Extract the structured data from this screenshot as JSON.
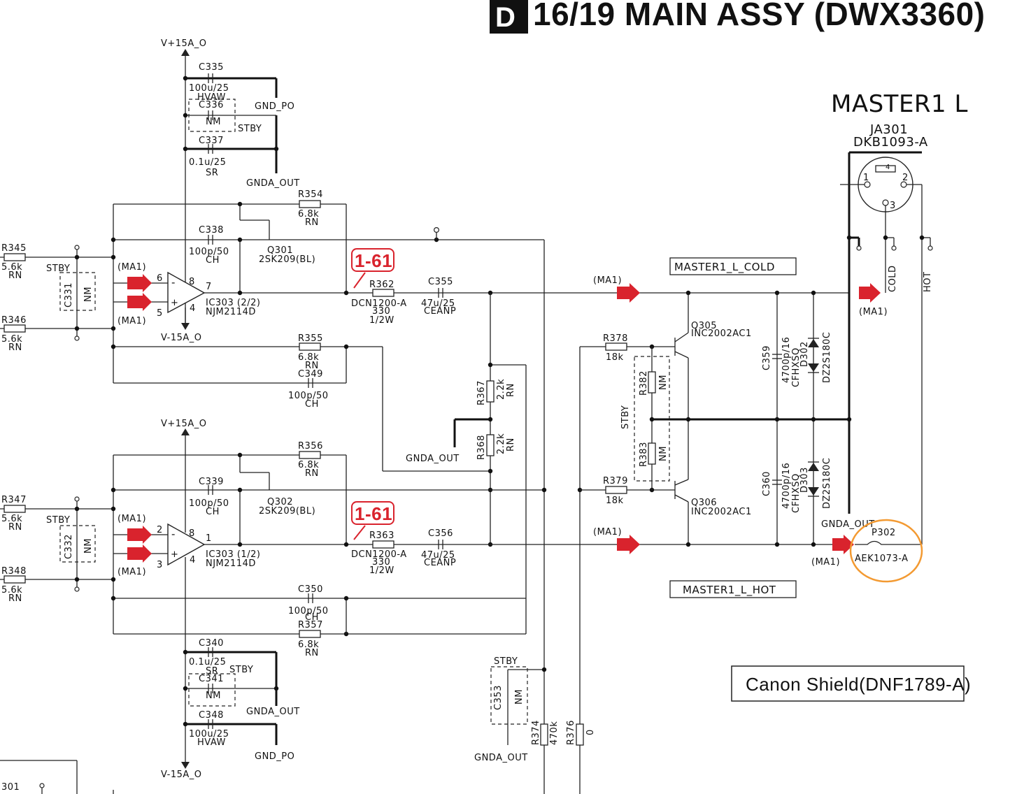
{
  "header": {
    "section": "D",
    "title": "16/19  MAIN ASSY (DWX3360)"
  },
  "connector": {
    "title": "MASTER1 L",
    "ref": "JA301",
    "part": "DKB1093-A",
    "pins": [
      "1",
      "2",
      "3",
      "4"
    ],
    "cold": "COLD",
    "hot": "HOT"
  },
  "nets": {
    "cold": "MASTER1_L_COLD",
    "hot": "MASTER1_L_HOT",
    "ma1": "(MA1)",
    "vpos": "V+15A_O",
    "vneg": "V-15A_O",
    "gnd_po": "GND_PO",
    "gnda_out": "GNDA_OUT",
    "stby": "STBY"
  },
  "callout": "1-61",
  "shield": "Canon Shield(DNF1789-A)",
  "ic": {
    "ic303_b": "IC303 (2/2)",
    "ic303_a": "IC303 (1/2)",
    "part": "NJM2114D"
  },
  "transistors": {
    "q301": "Q301",
    "q302": "Q302",
    "q_part": "2SK209(BL)",
    "q305": "Q305",
    "q306": "Q306",
    "q_out_part": "INC2002AC1"
  },
  "p302": {
    "ref": "P302",
    "part": "AEK1073-A"
  },
  "parts": {
    "c335": [
      "C335",
      "100u/25",
      "HVAW"
    ],
    "c336": [
      "C336",
      "NM"
    ],
    "c337": [
      "C337",
      "0.1u/25",
      "SR"
    ],
    "r354": [
      "R354",
      "6.8k",
      "RN"
    ],
    "c338": [
      "C338",
      "100p/50",
      "CH"
    ],
    "r345": [
      "R345",
      "5.6k",
      "RN"
    ],
    "r346": [
      "R346",
      "5.6k",
      "RN"
    ],
    "c331": [
      "C331",
      "NM"
    ],
    "r362": [
      "R362",
      "DCN1200-A",
      "330",
      "1/2W"
    ],
    "c355": [
      "C355",
      "47u/25",
      "CEANP"
    ],
    "r355": [
      "R355",
      "6.8k",
      "RN"
    ],
    "c349": [
      "C349",
      "100p/50",
      "CH"
    ],
    "r367": [
      "R367",
      "2.2k",
      "RN"
    ],
    "r368": [
      "R368",
      "2.2k",
      "RN"
    ],
    "r356": [
      "R356",
      "6.8k",
      "RN"
    ],
    "c339": [
      "C339",
      "100p/50",
      "CH"
    ],
    "r347": [
      "R347",
      "5.6k",
      "RN"
    ],
    "r348": [
      "R348",
      "5.6k",
      "RN"
    ],
    "c332": [
      "C332",
      "NM"
    ],
    "r363": [
      "R363",
      "DCN1200-A",
      "330",
      "1/2W"
    ],
    "c356": [
      "C356",
      "47u/25",
      "CEANP"
    ],
    "c350": [
      "C350",
      "100p/50",
      "CH"
    ],
    "r357": [
      "R357",
      "6.8k",
      "RN"
    ],
    "c340": [
      "C340",
      "0.1u/25",
      "SR"
    ],
    "c341": [
      "C341",
      "NM"
    ],
    "c348": [
      "C348",
      "100u/25",
      "HVAW"
    ],
    "c353": [
      "C353",
      "NM"
    ],
    "r374": [
      "R374",
      "470k"
    ],
    "r376": [
      "R376",
      "0"
    ],
    "r378": [
      "R378",
      "18k"
    ],
    "r379": [
      "R379",
      "18k"
    ],
    "r382": [
      "R382",
      "NM"
    ],
    "r383": [
      "R383",
      "NM"
    ],
    "c359": [
      "C359",
      "4700p/16",
      "CFHXSQ"
    ],
    "c360": [
      "C360",
      "4700p/16",
      "CFHXSQ"
    ],
    "d302": [
      "D302",
      "DZ2S180C"
    ],
    "d303": [
      "D303",
      "DZ2S180C"
    ]
  },
  "opamp_pins": {
    "b": [
      "6",
      "5",
      "7",
      "8",
      "4"
    ],
    "a": [
      "2",
      "3",
      "1",
      "8",
      "4"
    ]
  },
  "corner": "301"
}
